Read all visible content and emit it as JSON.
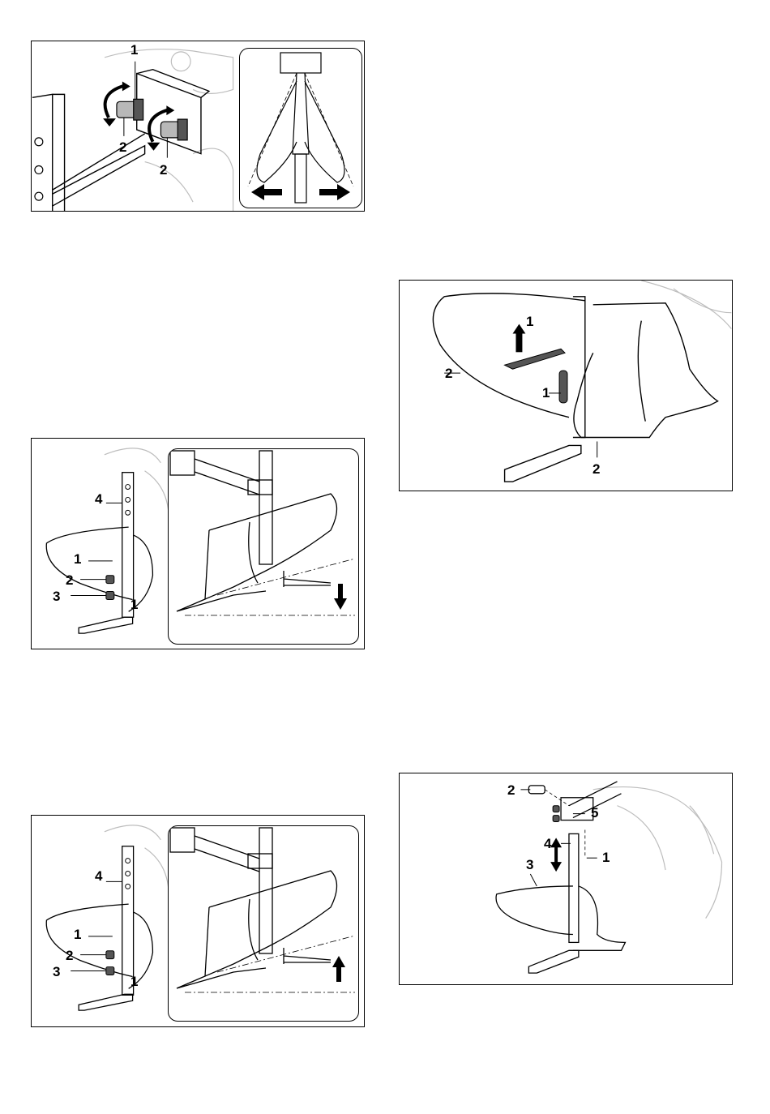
{
  "figure1": {
    "callouts": [
      "1",
      "2",
      "2"
    ]
  },
  "figure2": {
    "callouts": [
      "1",
      "2",
      "1",
      "2"
    ]
  },
  "figure3": {
    "callouts": [
      "4",
      "1",
      "2",
      "3",
      "1"
    ],
    "inset_arrow": "down-arrow-icon"
  },
  "figure4": {
    "callouts": [
      "2",
      "5",
      "4",
      "1",
      "3"
    ]
  },
  "figure5": {
    "callouts": [
      "4",
      "1",
      "2",
      "3",
      "1"
    ],
    "inset_arrow": "up-arrow-icon"
  },
  "colors": {
    "line": "#000000",
    "grey_hardware": "#555555",
    "light_background_art": "#bdbdbd"
  }
}
